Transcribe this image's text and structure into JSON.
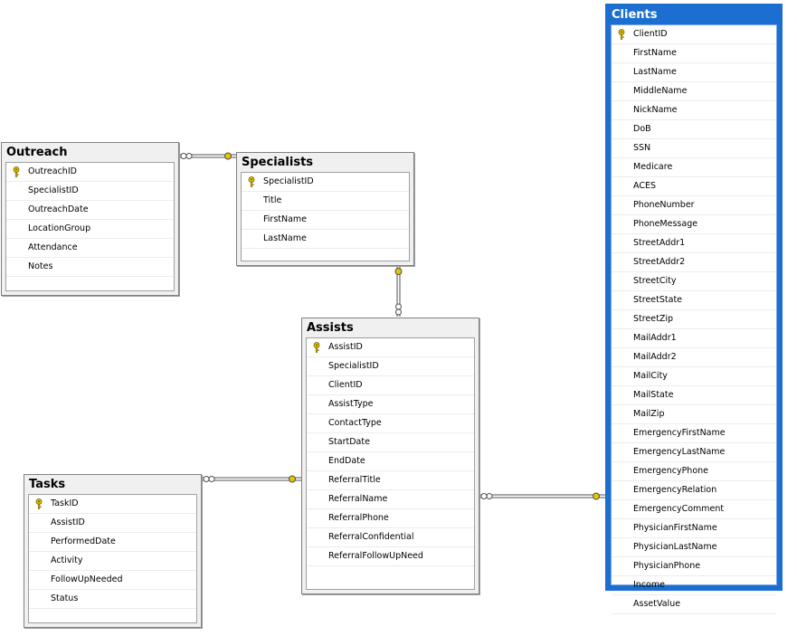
{
  "tables": {
    "outreach": {
      "title": "Outreach",
      "columns": [
        "OutreachID",
        "SpecialistID",
        "OutreachDate",
        "LocationGroup",
        "Attendance",
        "Notes"
      ]
    },
    "specialists": {
      "title": "Specialists",
      "columns": [
        "SpecialistID",
        "Title",
        "FirstName",
        "LastName"
      ]
    },
    "assists": {
      "title": "Assists",
      "columns": [
        "AssistID",
        "SpecialistID",
        "ClientID",
        "AssistType",
        "ContactType",
        "StartDate",
        "EndDate",
        "ReferralTitle",
        "ReferralName",
        "ReferralPhone",
        "ReferralConfidential",
        "ReferralFollowUpNeed"
      ]
    },
    "tasks": {
      "title": "Tasks",
      "columns": [
        "TaskID",
        "AssistID",
        "PerformedDate",
        "Activity",
        "FollowUpNeeded",
        "Status"
      ]
    },
    "clients": {
      "title": "Clients",
      "columns": [
        "ClientID",
        "FirstName",
        "LastName",
        "MiddleName",
        "NickName",
        "DoB",
        "SSN",
        "Medicare",
        "ACES",
        "PhoneNumber",
        "PhoneMessage",
        "StreetAddr1",
        "StreetAddr2",
        "StreetCity",
        "StreetState",
        "StreetZip",
        "MailAddr1",
        "MailAddr2",
        "MailCity",
        "MailState",
        "MailZip",
        "EmergencyFirstName",
        "EmergencyLastName",
        "EmergencyPhone",
        "EmergencyRelation",
        "EmergencyComment",
        "PhysicianFirstName",
        "PhysicianLastName",
        "PhysicianPhone",
        "Income",
        "AssetValue"
      ]
    }
  },
  "colors": {
    "selected_border": "#1c6fd1",
    "key_icon": "#e8c400",
    "line": "#505050"
  }
}
